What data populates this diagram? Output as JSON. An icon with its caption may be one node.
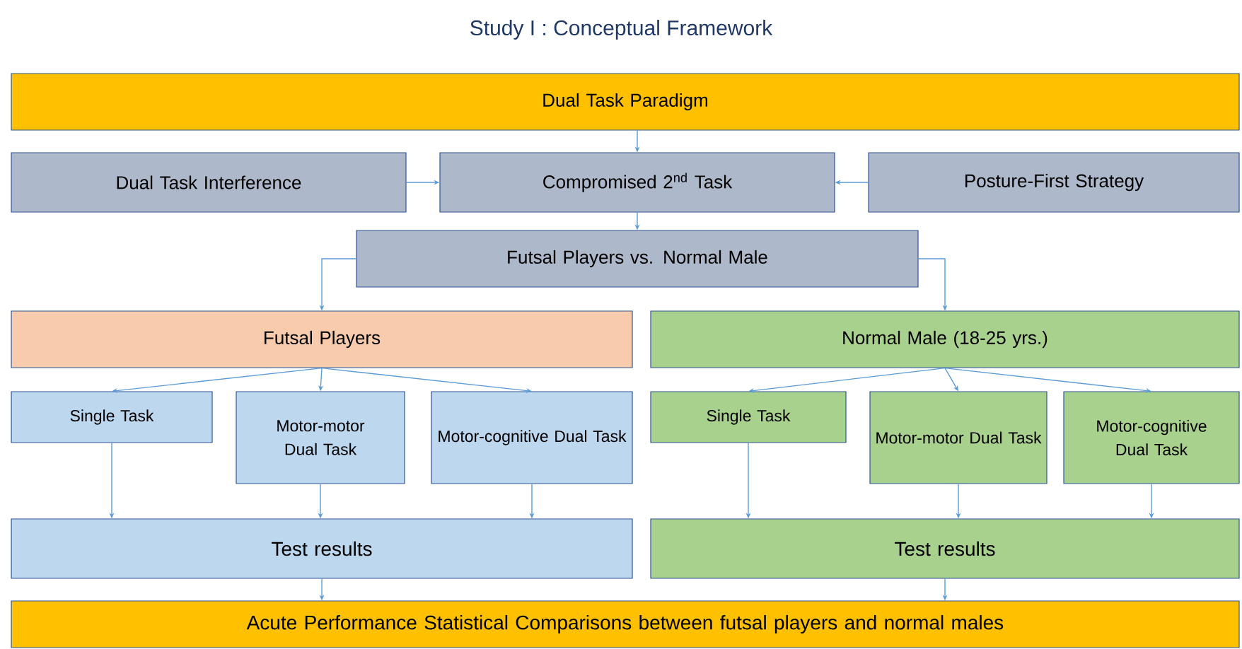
{
  "diagram": {
    "title": "Study I : Conceptual Framework",
    "nodes": [
      {
        "text": [
          "Dual Task Paradigm"
        ]
      },
      {
        "text": [
          "Dual Task Interference"
        ]
      },
      {
        "text": [
          "Compromised 2$^{nd}$ Task"
        ]
      },
      {
        "text": [
          "Posture-First Strategy"
        ]
      },
      {
        "text": [
          "Futsal Players vs. Normal Male"
        ]
      },
      {
        "text": [
          "Futsal Players"
        ]
      },
      {
        "text": [
          "Normal Male (18-25 yrs.)"
        ]
      },
      {
        "text": [
          "Single Task"
        ]
      },
      {
        "text": [
          "Motor-motor Dual Task"
        ]
      },
      {
        "text": [
          "Motor-cognitive Dual Task"
        ]
      },
      {
        "text": [
          "Single Task"
        ]
      },
      {
        "text": [
          "Motor-motor Dual Task"
        ]
      },
      {
        "text": [
          "Motor-cognitive Dual Task"
        ]
      },
      {
        "text": [
          "Test results"
        ]
      },
      {
        "text": [
          "Test results"
        ]
      },
      {
        "text": [
          "Acute Performance Statistical Comparisons between futsal players and normal males"
        ]
      }
    ],
    "edges": [
      {
        "from": 0,
        "to": 2,
        "arrow": "to"
      },
      {
        "from": 1,
        "to": 2,
        "arrow": "to"
      },
      {
        "from": 3,
        "to": 2,
        "arrow": "to"
      },
      {
        "from": 2,
        "to": 4,
        "arrow": "to"
      },
      {
        "from": 4,
        "to": 5,
        "arrow": "to"
      },
      {
        "from": 4,
        "to": 6,
        "arrow": "to"
      },
      {
        "from": 5,
        "to": 7,
        "arrow": "to"
      },
      {
        "from": 5,
        "to": 8,
        "arrow": "to"
      },
      {
        "from": 5,
        "to": 9,
        "arrow": "to"
      },
      {
        "from": 6,
        "to": 10,
        "arrow": "to"
      },
      {
        "from": 6,
        "to": 11,
        "arrow": "to"
      },
      {
        "from": 6,
        "to": 12,
        "arrow": "to"
      },
      {
        "from": 7,
        "to": 13,
        "arrow": "to"
      },
      {
        "from": 8,
        "to": 13,
        "arrow": "to"
      },
      {
        "from": 9,
        "to": 13,
        "arrow": "to"
      },
      {
        "from": 10,
        "to": 14,
        "arrow": "to"
      },
      {
        "from": 11,
        "to": 14,
        "arrow": "to"
      },
      {
        "from": 12,
        "to": 14,
        "arrow": "to"
      },
      {
        "from": 13,
        "to": 15,
        "arrow": "to"
      },
      {
        "from": 14,
        "to": 15,
        "arrow": "to"
      }
    ]
  }
}
